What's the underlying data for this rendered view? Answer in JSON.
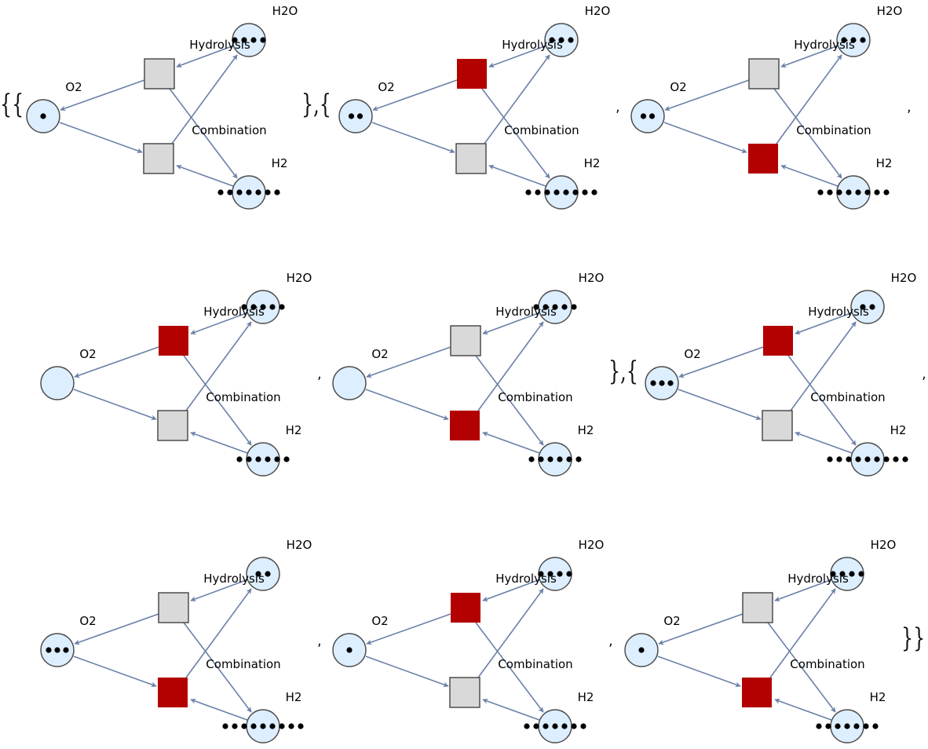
{
  "labels": {
    "o2": "O2",
    "h2o": "H2O",
    "h2": "H2",
    "hydrolysis": "Hydrolysis",
    "combination": "Combination"
  },
  "colors": {
    "place_fill": "#ddeeff",
    "place_stroke": "#4d4d4d",
    "transition_fill": "#d9d9d9",
    "transition_active": "#b30000",
    "arc": "#6a80a8",
    "token": "#000000"
  },
  "separators": {
    "open_outer": "{{",
    "close_open": "},{",
    "close_open_2": "},{",
    "close_outer": "}}",
    "comma": ","
  },
  "panels": [
    {
      "o2": 1,
      "h2o": 4,
      "h2": 7,
      "active": "none"
    },
    {
      "o2": 2,
      "h2o": 3,
      "h2": 8,
      "active": "hydrolysis"
    },
    {
      "o2": 2,
      "h2o": 3,
      "h2": 8,
      "active": "combination"
    },
    {
      "o2": 0,
      "h2o": 5,
      "h2": 6,
      "active": "hydrolysis"
    },
    {
      "o2": 0,
      "h2o": 5,
      "h2": 6,
      "active": "combination"
    },
    {
      "o2": 3,
      "h2o": 2,
      "h2": 9,
      "active": "hydrolysis"
    },
    {
      "o2": 3,
      "h2o": 2,
      "h2": 9,
      "active": "combination"
    },
    {
      "o2": 1,
      "h2o": 4,
      "h2": 7,
      "active": "hydrolysis"
    },
    {
      "o2": 1,
      "h2o": 4,
      "h2": 7,
      "active": "combination"
    }
  ]
}
